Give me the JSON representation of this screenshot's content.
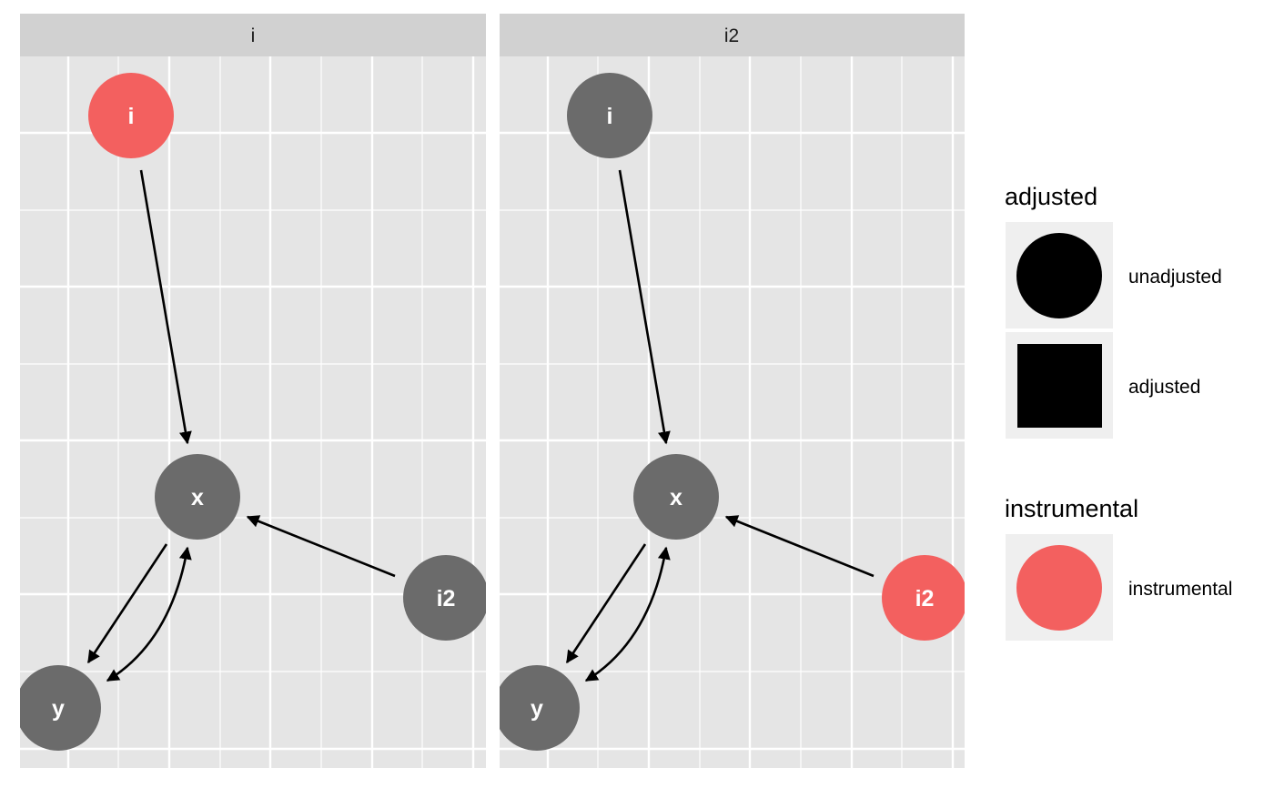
{
  "colors": {
    "panel_bg": "#e5e5e5",
    "strip_bg": "#d1d1d1",
    "grid": "#ffffff",
    "node_default": "#6b6b6b",
    "node_instrumental": "#f3605f",
    "edge": "#000000",
    "legend_key_bg": "#efefef"
  },
  "panels": [
    {
      "strip_label": "i",
      "nodes": [
        {
          "id": "i",
          "label": "i",
          "instrumental": true
        },
        {
          "id": "x",
          "label": "x",
          "instrumental": false
        },
        {
          "id": "i2",
          "label": "i2",
          "instrumental": false
        },
        {
          "id": "y",
          "label": "y",
          "instrumental": false
        }
      ]
    },
    {
      "strip_label": "i2",
      "nodes": [
        {
          "id": "i",
          "label": "i",
          "instrumental": false
        },
        {
          "id": "x",
          "label": "x",
          "instrumental": false
        },
        {
          "id": "i2",
          "label": "i2",
          "instrumental": true
        },
        {
          "id": "y",
          "label": "y",
          "instrumental": false
        }
      ]
    }
  ],
  "edges": [
    {
      "from": "i",
      "to": "x",
      "type": "directed"
    },
    {
      "from": "i2",
      "to": "x",
      "type": "directed"
    },
    {
      "from": "x",
      "to": "y",
      "type": "directed"
    },
    {
      "from": "x",
      "to": "y",
      "type": "bidirected"
    }
  ],
  "legend": {
    "adjusted": {
      "title": "adjusted",
      "items": [
        {
          "label": "unadjusted",
          "shape": "circle"
        },
        {
          "label": "adjusted",
          "shape": "square"
        }
      ]
    },
    "instrumental": {
      "title": "instrumental",
      "items": [
        {
          "label": "instrumental",
          "shape": "circle"
        }
      ]
    }
  }
}
